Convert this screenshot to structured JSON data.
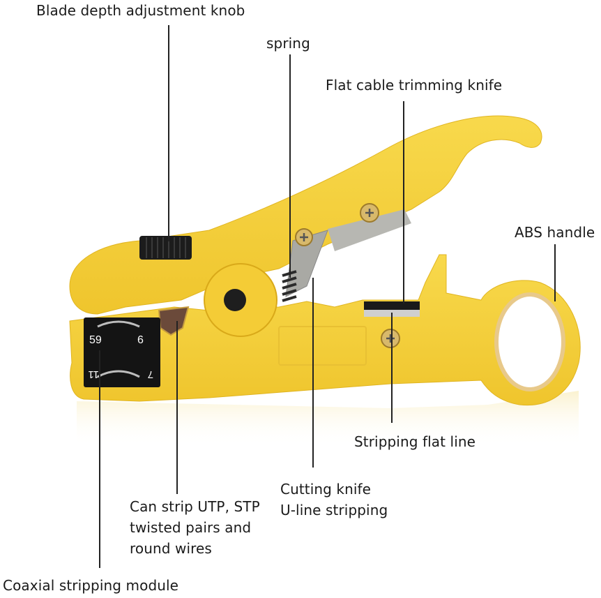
{
  "diagram": {
    "subject": "Yellow coaxial / UTP cable wire stripper tool",
    "colors": {
      "body": "#f5cf3a",
      "body_shadow": "#e2b525",
      "blade": "#a9a9a4",
      "module": "#141414",
      "text": "#1a1a1a"
    },
    "labels": [
      {
        "id": "knob",
        "text": "Blade depth adjustment knob"
      },
      {
        "id": "spring",
        "text": "spring"
      },
      {
        "id": "flat-knife",
        "text": "Flat cable trimming knife"
      },
      {
        "id": "abs-handle",
        "text": "ABS handle"
      },
      {
        "id": "flat-line",
        "text": "Stripping flat line"
      },
      {
        "id": "cutting-knife",
        "lines": [
          "Cutting knife",
          "U-line stripping"
        ]
      },
      {
        "id": "utp",
        "lines": [
          "Can strip UTP, STP",
          "twisted pairs and",
          "round wires"
        ]
      },
      {
        "id": "coax",
        "text": "Coaxial stripping module"
      }
    ],
    "module_markings": [
      "59",
      "6",
      "11",
      "7"
    ]
  }
}
